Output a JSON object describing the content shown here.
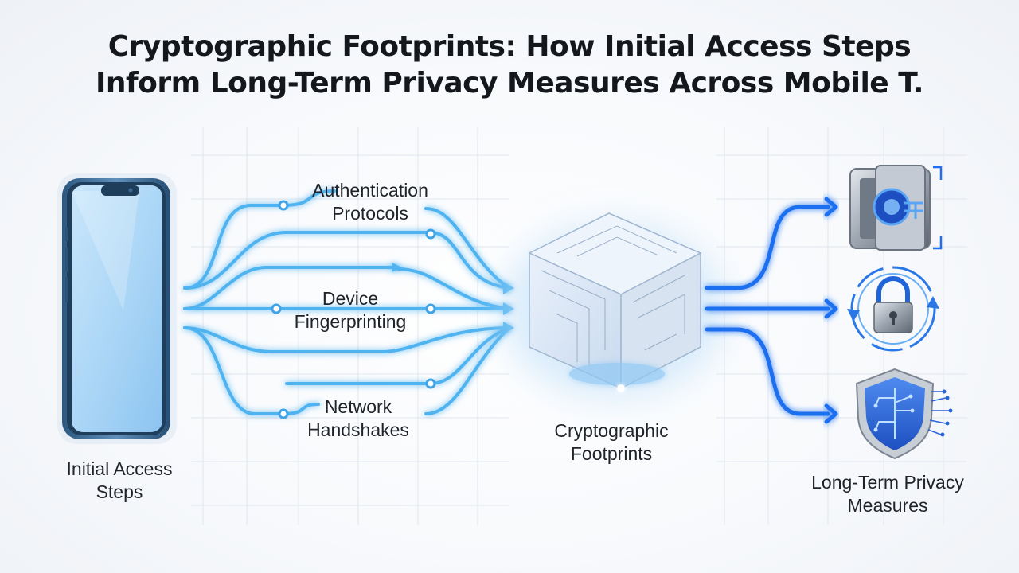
{
  "title": {
    "line1": "Cryptographic Footprints: How Initial Access Steps",
    "line2": "Inform Long-Term Privacy Measures Across Mobile T."
  },
  "source": {
    "line1": "Initial Access",
    "line2": "Steps",
    "icon": "smartphone-icon"
  },
  "access_steps": [
    {
      "line1": "Authentication",
      "line2": "Protocols"
    },
    {
      "line1": "Device",
      "line2": "Fingerprinting"
    },
    {
      "line1": "Network",
      "line2": "Handshakes"
    }
  ],
  "hub": {
    "line1": "Cryptographic",
    "line2": "Footprints",
    "icon": "glowing-cube-icon"
  },
  "result": {
    "line1": "Long-Term Privacy",
    "line2": "Measures"
  },
  "measures_icons": [
    "vault-door-icon",
    "padlock-cycle-icon",
    "circuit-shield-icon"
  ],
  "colors": {
    "flow_light": "#4fb3f0",
    "flow_dark": "#1f6ff0",
    "phone_frame": "#3a6c9c",
    "phone_screen": "#aed8f7",
    "shield_blue": "#2a62d8"
  }
}
